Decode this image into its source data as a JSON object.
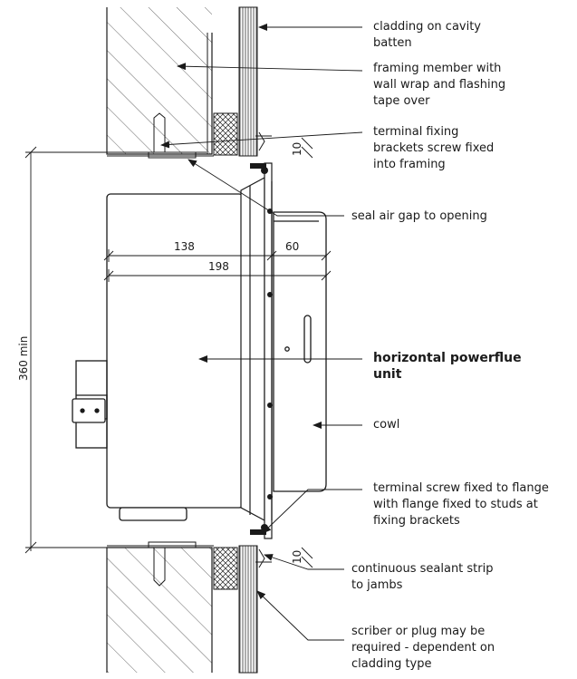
{
  "labels": {
    "cladding": [
      "cladding on cavity",
      "batten"
    ],
    "framing": [
      "framing member with",
      "wall wrap and flashing",
      "tape over"
    ],
    "terminal_fixing": [
      "terminal fixing",
      "brackets screw fixed",
      "into framing"
    ],
    "seal_air_gap": [
      "seal air gap to opening"
    ],
    "powerflue": [
      "horizontal powerflue",
      "unit"
    ],
    "cowl": [
      "cowl"
    ],
    "terminal_screw": [
      "terminal screw fixed to flange",
      "with flange fixed to studs at",
      "fixing brackets"
    ],
    "sealant_strip": [
      "continuous sealant strip",
      "to jambs"
    ],
    "scriber": [
      "scriber or plug may be",
      "required - dependent on",
      "cladding type"
    ]
  },
  "dimensions": {
    "d138": "138",
    "d60": "60",
    "d198": "198",
    "height": "360 min",
    "gap_top": "10",
    "gap_bottom": "10"
  },
  "colors": {
    "line": "#1a1a1a",
    "hatch": "#555555"
  }
}
